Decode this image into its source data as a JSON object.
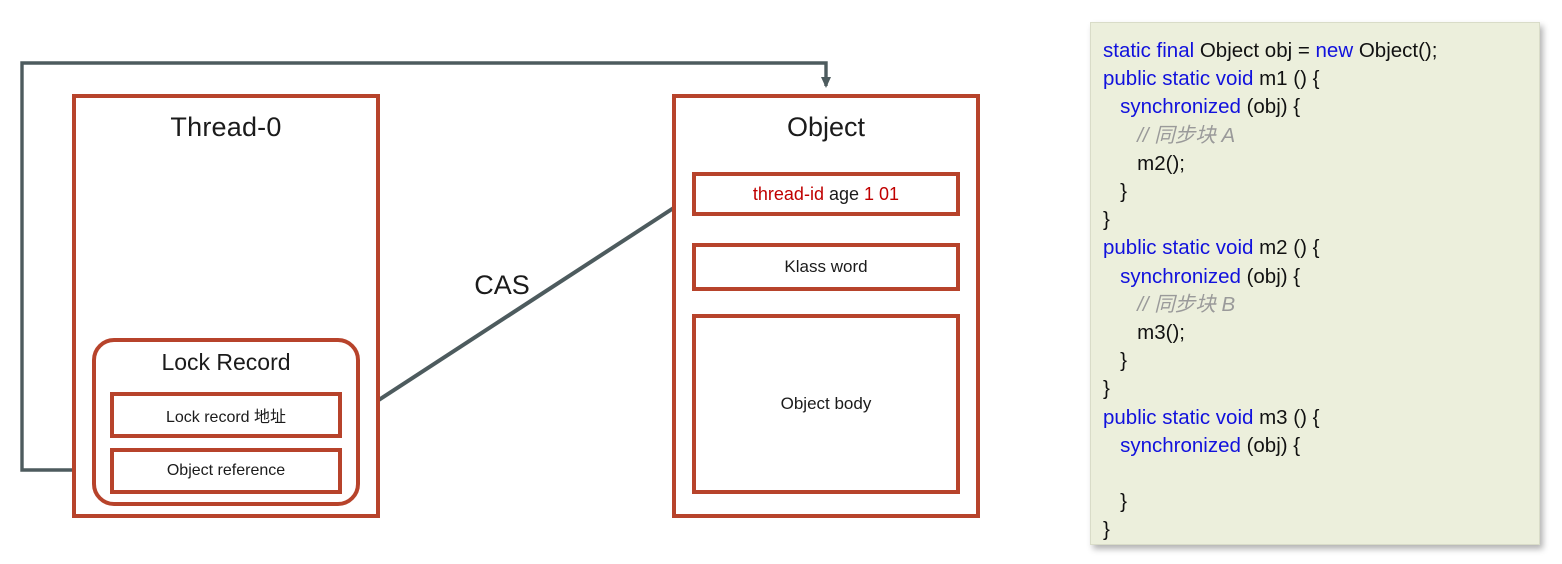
{
  "diagram": {
    "title": "JVM lightweight lock CAS diagram",
    "colors": {
      "box_border": "#b7432b",
      "connector": "#4d5b5e",
      "code_background": "#ecefdc",
      "keyword": "#1111dd",
      "comment": "#9a9a9a",
      "mark_word_red": "#c00000"
    },
    "thread": {
      "title": "Thread-0",
      "lock_record": {
        "title": "Lock Record",
        "rows": [
          {
            "label": "Lock record 地址"
          },
          {
            "label": "Object reference"
          }
        ]
      }
    },
    "object": {
      "title": "Object",
      "mark_word": {
        "thread_id": "thread-id",
        "age": "age",
        "bits": "1 01"
      },
      "klass_word": "Klass word",
      "object_body": "Object body"
    },
    "connectors": {
      "cas_label": "CAS"
    }
  },
  "code_panel": {
    "lines": [
      [
        {
          "t": "static final ",
          "c": "kw"
        },
        {
          "t": "Object obj = ",
          "c": "pl"
        },
        {
          "t": "new ",
          "c": "kw"
        },
        {
          "t": "Object();",
          "c": "pl"
        }
      ],
      [
        {
          "t": "public static void ",
          "c": "kw"
        },
        {
          "t": "m1 () {",
          "c": "pl"
        }
      ],
      [
        {
          "t": "   ",
          "c": "pl"
        },
        {
          "t": "synchronized ",
          "c": "kw"
        },
        {
          "t": "(obj) {",
          "c": "pl"
        }
      ],
      [
        {
          "t": "      ",
          "c": "pl"
        },
        {
          "t": "// 同步块 A",
          "c": "cm"
        }
      ],
      [
        {
          "t": "      m2();",
          "c": "pl"
        }
      ],
      [
        {
          "t": "   }",
          "c": "pl"
        }
      ],
      [
        {
          "t": "}",
          "c": "pl"
        }
      ],
      [
        {
          "t": "public static void ",
          "c": "kw"
        },
        {
          "t": "m2 () {",
          "c": "pl"
        }
      ],
      [
        {
          "t": "   ",
          "c": "pl"
        },
        {
          "t": "synchronized ",
          "c": "kw"
        },
        {
          "t": "(obj) {",
          "c": "pl"
        }
      ],
      [
        {
          "t": "      ",
          "c": "pl"
        },
        {
          "t": "// 同步块 B",
          "c": "cm"
        }
      ],
      [
        {
          "t": "      m3();",
          "c": "pl"
        }
      ],
      [
        {
          "t": "   }",
          "c": "pl"
        }
      ],
      [
        {
          "t": "}",
          "c": "pl"
        }
      ],
      [
        {
          "t": "public static void ",
          "c": "kw"
        },
        {
          "t": "m3 () {",
          "c": "pl"
        }
      ],
      [
        {
          "t": "   ",
          "c": "pl"
        },
        {
          "t": "synchronized ",
          "c": "kw"
        },
        {
          "t": "(obj) {",
          "c": "pl"
        }
      ],
      [
        {
          "t": " ",
          "c": "pl"
        }
      ],
      [
        {
          "t": "   }",
          "c": "pl"
        }
      ],
      [
        {
          "t": "}",
          "c": "pl"
        }
      ]
    ]
  }
}
